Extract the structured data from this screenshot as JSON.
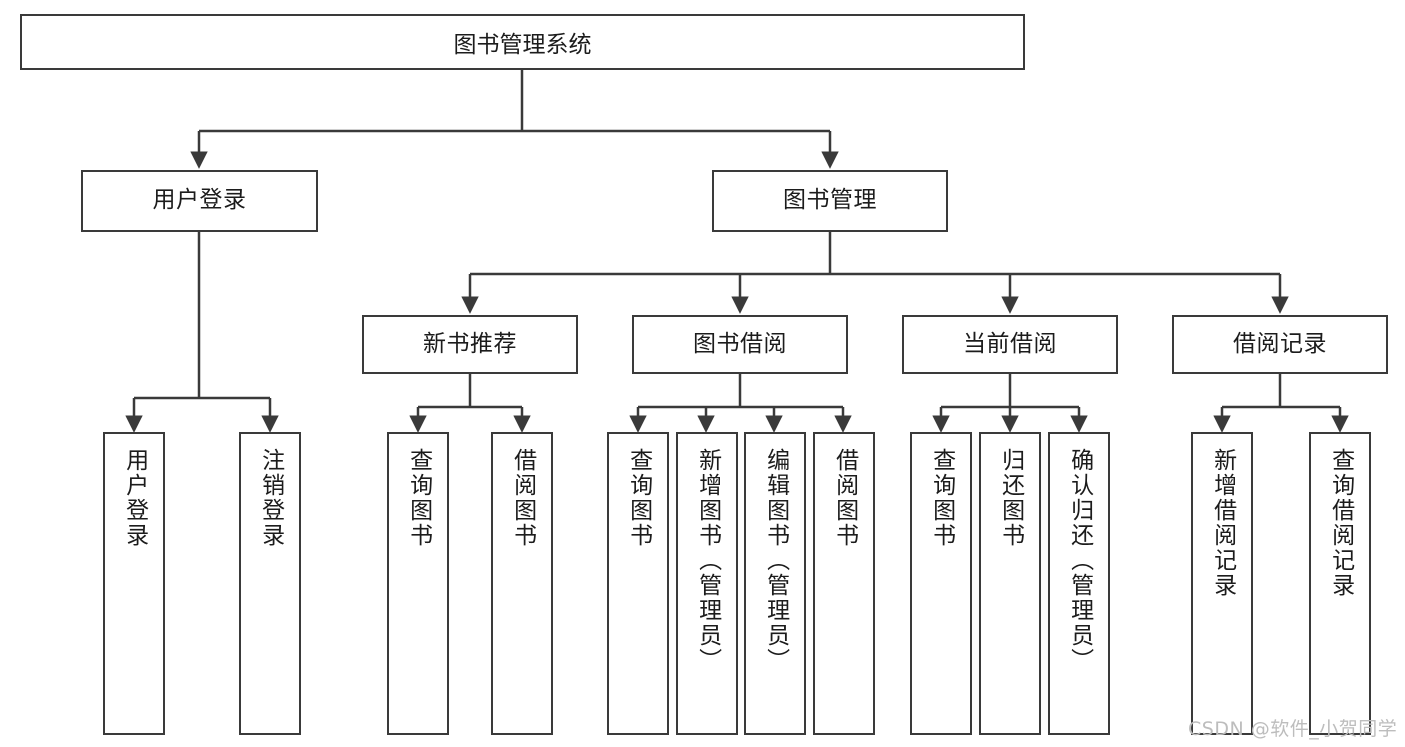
{
  "diagram": {
    "type": "tree-hierarchy-chart",
    "title": "图书管理系统",
    "watermark": "CSDN @软件_小贺同学",
    "colors": {
      "stroke": "#3a3a3a",
      "fill": "#ffffff",
      "text": "#1c1c1c",
      "watermark": "#bdbdbd"
    },
    "nodes": {
      "root": {
        "label": "图书管理系统",
        "level": 0
      },
      "level1": [
        {
          "id": "user-login",
          "label": "用户登录"
        },
        {
          "id": "book-management",
          "label": "图书管理"
        }
      ],
      "level2": [
        {
          "id": "new-book-recommend",
          "label": "新书推荐",
          "parent": "book-management"
        },
        {
          "id": "book-borrow",
          "label": "图书借阅",
          "parent": "book-management"
        },
        {
          "id": "current-borrow",
          "label": "当前借阅",
          "parent": "book-management"
        },
        {
          "id": "borrow-record",
          "label": "借阅记录",
          "parent": "book-management"
        }
      ],
      "leaves": {
        "user-login": [
          {
            "id": "leaf-user-login",
            "label": "用户登录"
          },
          {
            "id": "leaf-logout-login",
            "label": "注销登录"
          }
        ],
        "new-book-recommend": [
          {
            "id": "leaf-query-book-1",
            "label": "查询图书"
          },
          {
            "id": "leaf-borrow-book-1",
            "label": "借阅图书"
          }
        ],
        "book-borrow": [
          {
            "id": "leaf-query-book-2",
            "label": "查询图书"
          },
          {
            "id": "leaf-add-book",
            "label": "新增图书（管理员）"
          },
          {
            "id": "leaf-edit-book",
            "label": "编辑图书（管理员）"
          },
          {
            "id": "leaf-borrow-book-2",
            "label": "借阅图书"
          }
        ],
        "current-borrow": [
          {
            "id": "leaf-query-book-3",
            "label": "查询图书"
          },
          {
            "id": "leaf-return-book",
            "label": "归还图书"
          },
          {
            "id": "leaf-confirm-return",
            "label": "确认归还（管理员）"
          }
        ],
        "borrow-record": [
          {
            "id": "leaf-add-record",
            "label": "新增借阅记录"
          },
          {
            "id": "leaf-query-record",
            "label": "查询借阅记录"
          }
        ]
      }
    }
  }
}
